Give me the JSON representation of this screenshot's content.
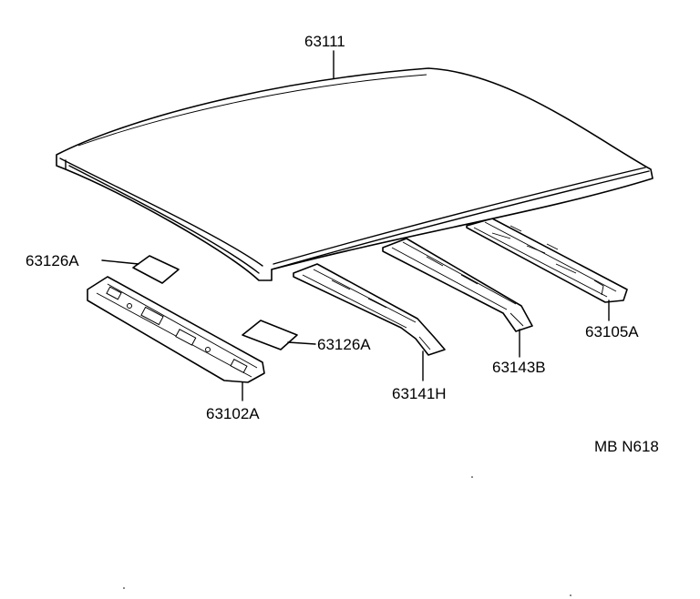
{
  "diagram": {
    "callouts": {
      "roof_panel": "63111",
      "pad_upper": "63126A",
      "pad_lower": "63126A",
      "front_header": "63102A",
      "bow_front": "63141H",
      "bow_middle": "63143B",
      "rear_header": "63105A"
    },
    "code": "MB N618"
  }
}
